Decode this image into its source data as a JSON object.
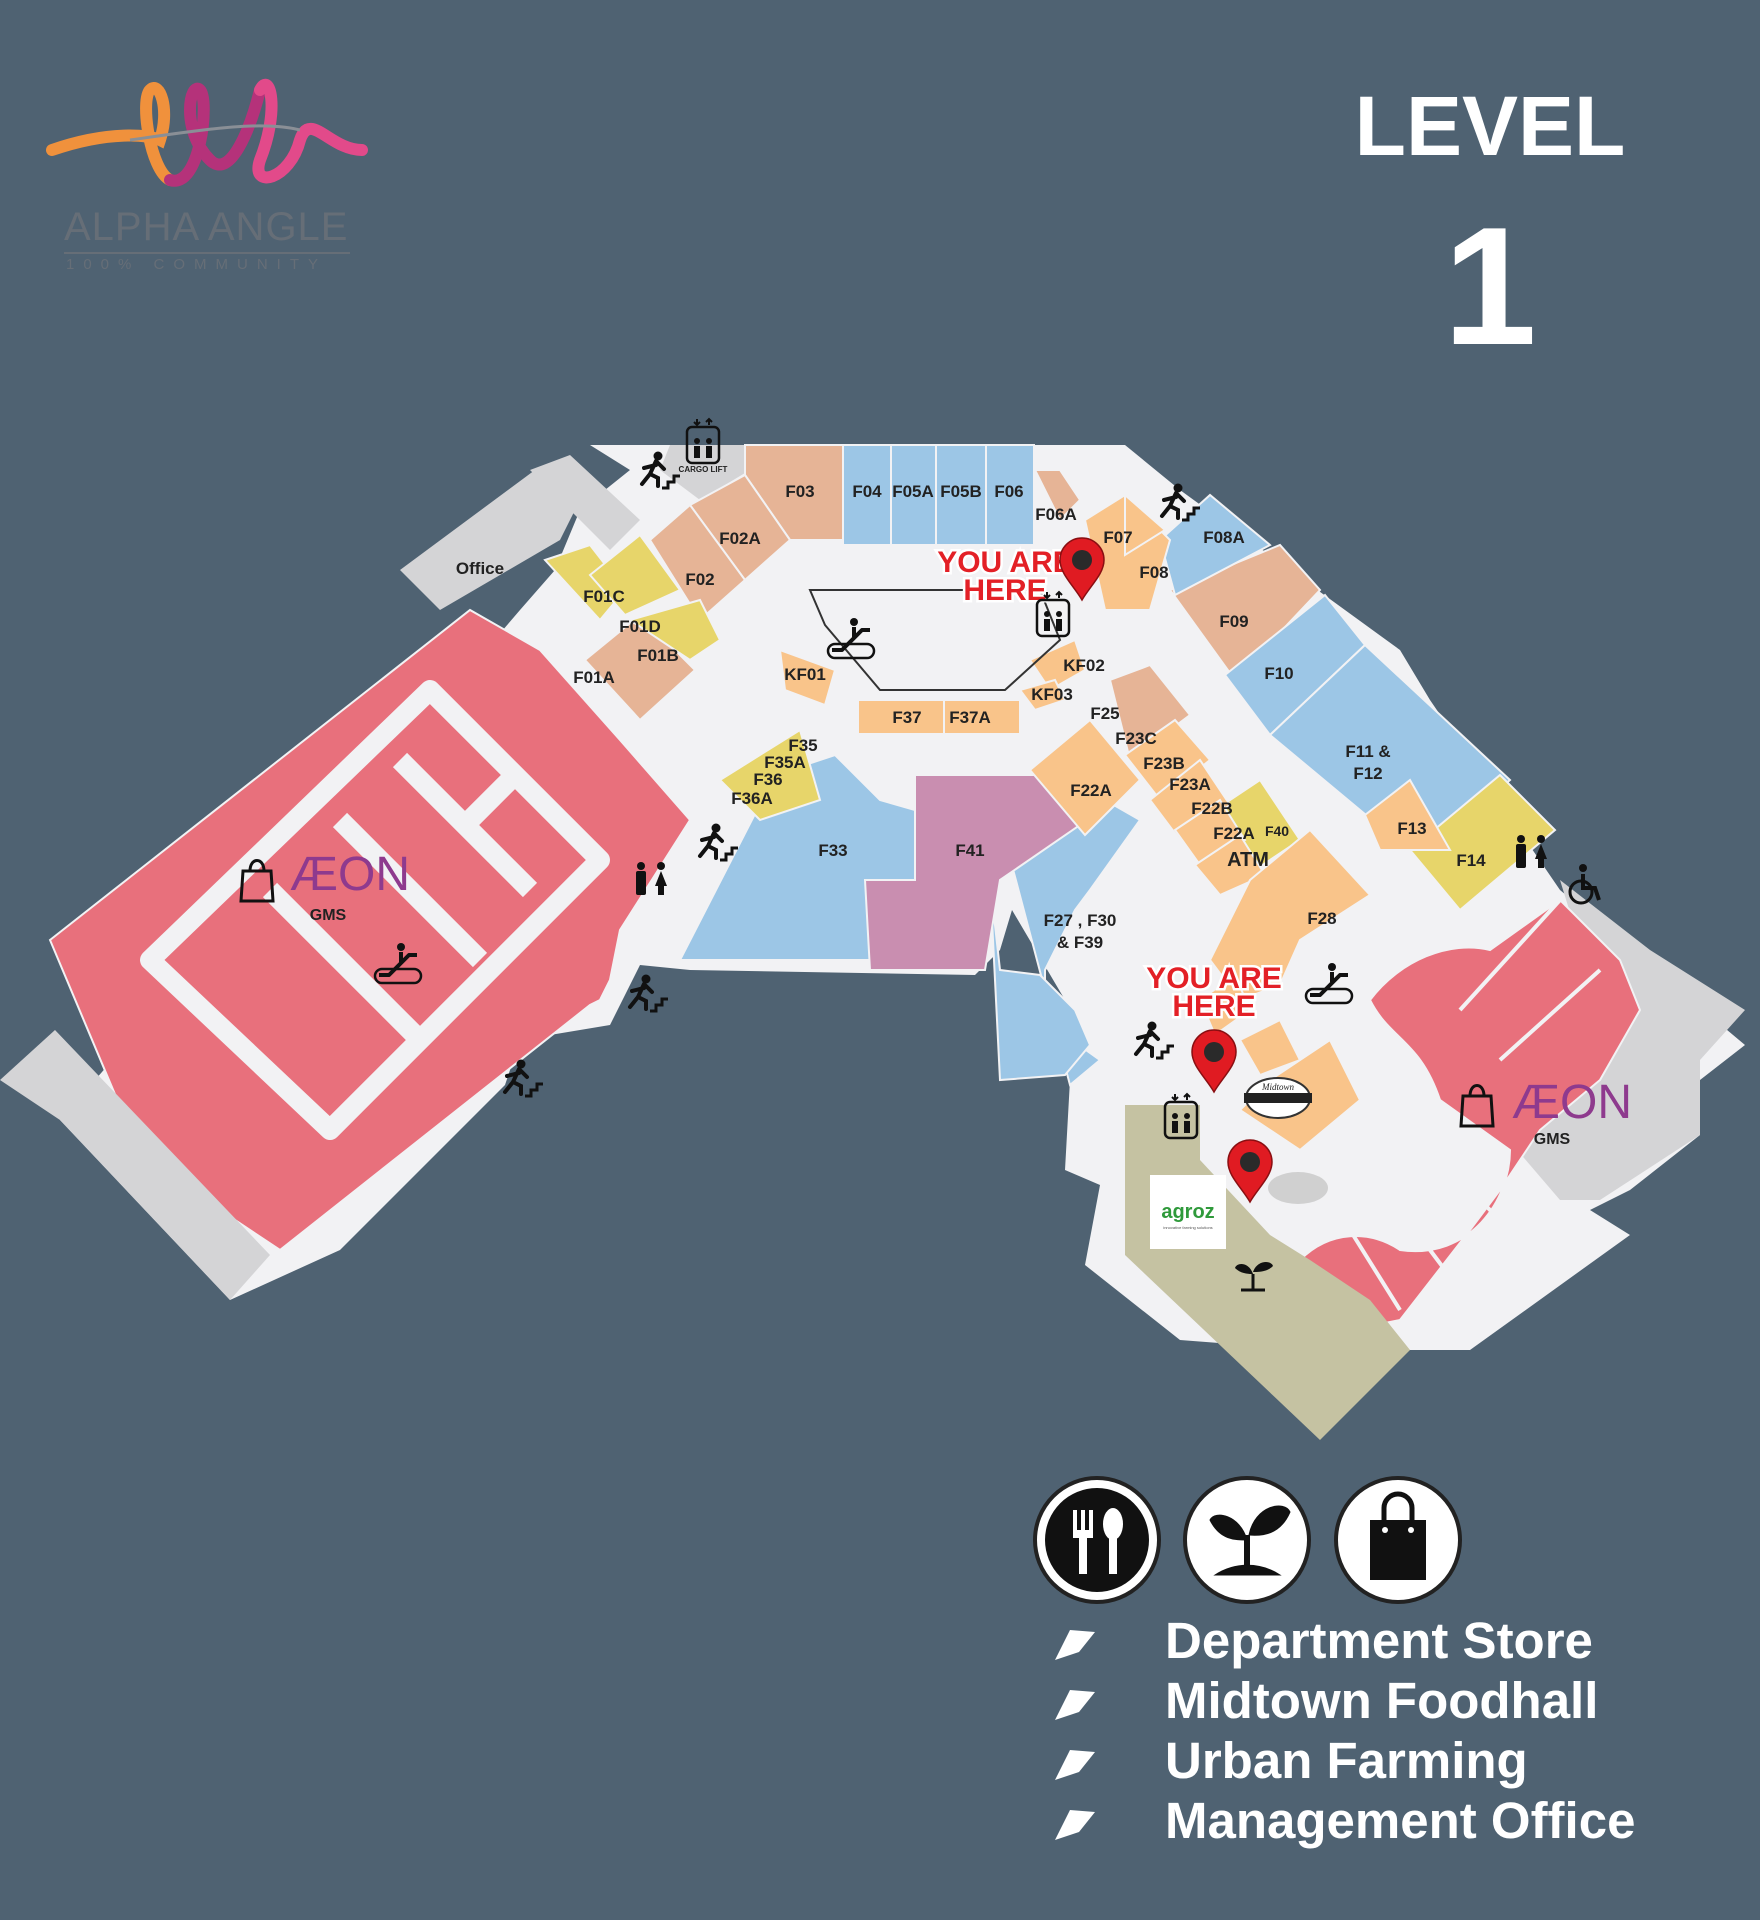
{
  "logo": {
    "name": "ALPHA ANGLE",
    "tagline": "100% COMMUNITY"
  },
  "level": {
    "label": "LEVEL",
    "number": "1"
  },
  "colors": {
    "background": "#4f6272",
    "department_store": "#e8707c",
    "food_hall": "#f9c48a",
    "blue_lots": "#9cc6e6",
    "tan_lots": "#e6b496",
    "yellow_lots": "#e7d56a",
    "purple_lot": "#c98eb0",
    "urban_farming": "#c5c2a2",
    "services": "#d4d4d6",
    "corridor": "#f2f2f4",
    "pin": "#e01b22",
    "you_are_here": "#e32026"
  },
  "map": {
    "office_label": "Office",
    "cargo_lift_label": "CARGO LIFT",
    "atm_label": "ATM",
    "you_are_here": [
      "YOU ARE",
      "HERE"
    ],
    "aeon_left": {
      "brand": "ÆON",
      "sub": "GMS"
    },
    "aeon_right": {
      "brand": "ÆON",
      "sub": "GMS"
    },
    "agroz_logo": "agroz",
    "agroz_tagline": "innovative farming solutions",
    "midtown_logo": "Midtown",
    "lots": [
      "F03",
      "F04",
      "F05A",
      "F05B",
      "F06",
      "F06A",
      "F07",
      "F08",
      "F08A",
      "F02A",
      "F02",
      "F01C",
      "F01D",
      "F01B",
      "F01A",
      "F09",
      "F10",
      "F11 &",
      "F12",
      "KF01",
      "KF02",
      "KF03",
      "F37",
      "F37A",
      "F25",
      "F23C",
      "F23B",
      "F23A",
      "F22A",
      "F22B",
      "F22A",
      "F40",
      "F13",
      "F14",
      "F35",
      "F35A",
      "F36",
      "F36A",
      "F33",
      "F41",
      "F27 , F30",
      "& F39",
      "F28"
    ],
    "icons": [
      "stairs-icon",
      "escalator-icon",
      "lift-icon",
      "restroom-icon",
      "wheelchair-icon",
      "shopping-bag-icon",
      "plant-icon",
      "location-pin-icon"
    ]
  },
  "legend": {
    "categories": [
      "food-hall",
      "urban-farming",
      "department-store"
    ],
    "items": [
      "Department Store",
      "Midtown Foodhall",
      "Urban Farming",
      "Management Office"
    ]
  }
}
